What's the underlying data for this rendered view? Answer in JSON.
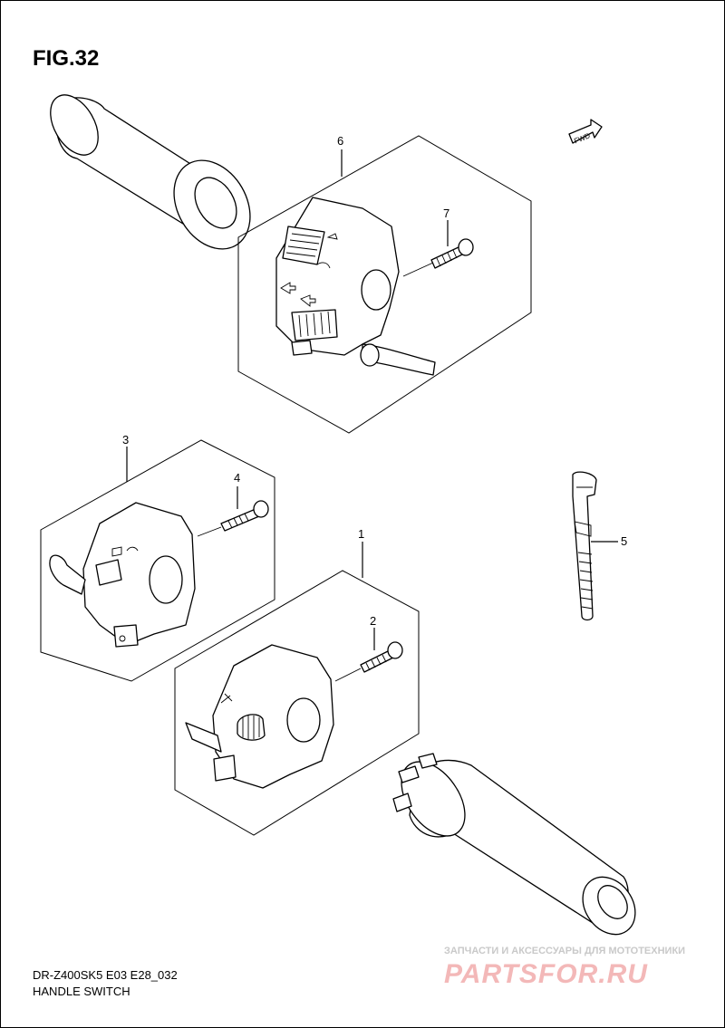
{
  "figure": {
    "title": "FIG.32",
    "model_code": "DR-Z400SK5 E03 E28_032",
    "caption": "HANDLE SWITCH"
  },
  "fwd_label": "FWD",
  "callouts": {
    "c1": "1",
    "c2": "2",
    "c3": "3",
    "c4": "4",
    "c5": "5",
    "c6": "6",
    "c7": "7"
  },
  "watermark": {
    "line1": "ЗАПЧАСТИ И АКСЕССУАРЫ ДЛЯ МОТОТЕХНИКИ",
    "line2": "PARTSFOR.RU"
  }
}
